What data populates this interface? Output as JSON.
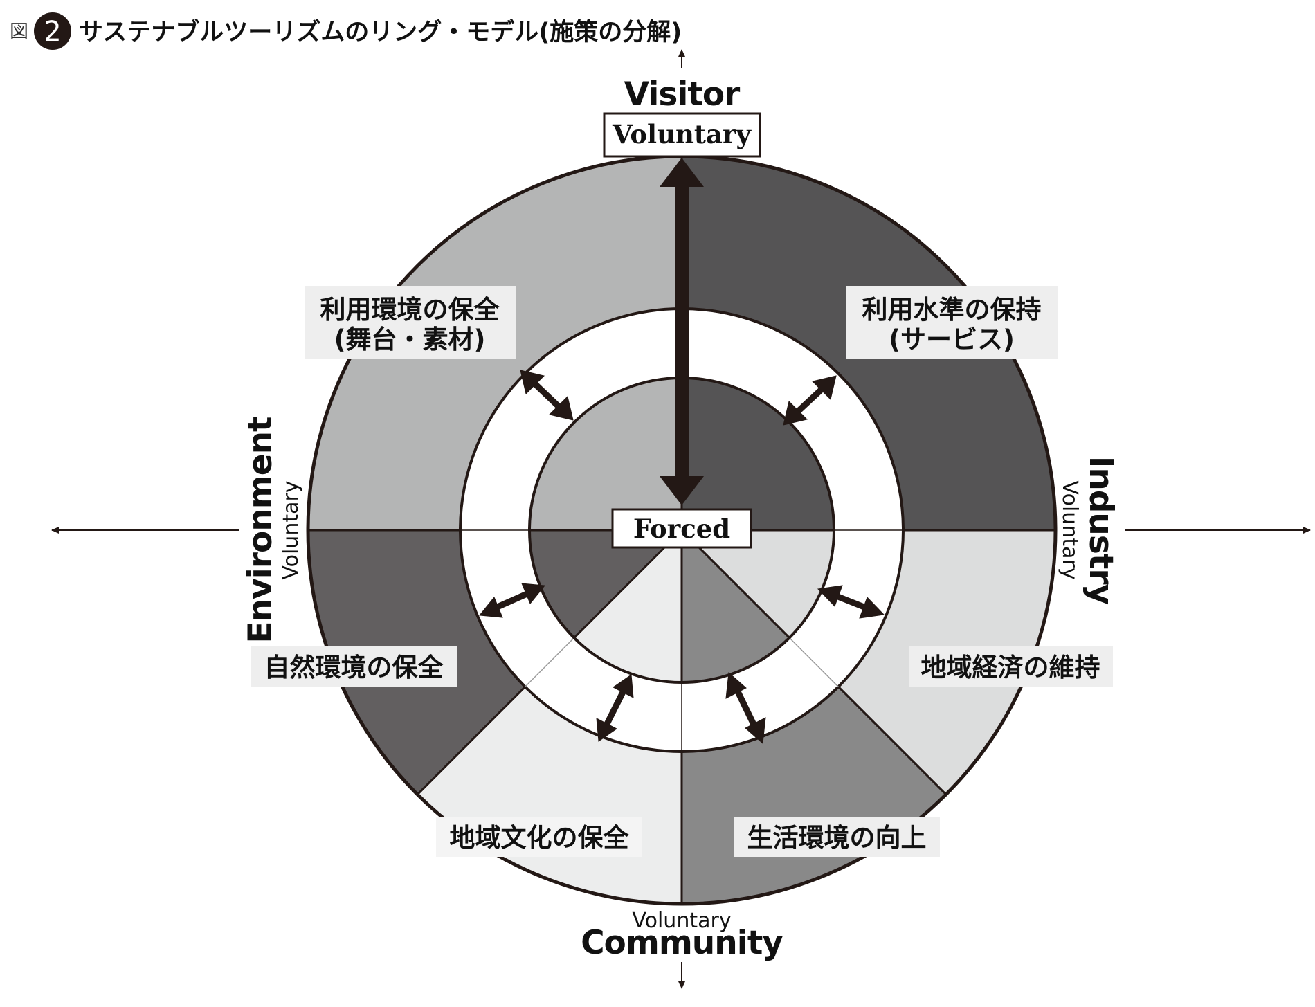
{
  "title": {
    "prefix": "図",
    "number": "2",
    "text": "サステナブルツーリズムのリング・モデル(施策の分解)"
  },
  "axes": {
    "top": {
      "name": "Visitor",
      "box_label": "Voluntary"
    },
    "right": {
      "name": "Industry",
      "sub_label": "Voluntary"
    },
    "left": {
      "name": "Environment",
      "sub_label": "Voluntary"
    },
    "bottom": {
      "name": "Community",
      "sub_label": "Voluntary"
    }
  },
  "center_label": "Forced",
  "segments": {
    "top_left": {
      "line1": "利用環境の保全",
      "line2": "(舞台・素材)"
    },
    "top_right": {
      "line1": "利用水準の保持",
      "line2": "(サービス)"
    },
    "right": {
      "line1": "地域経済の維持"
    },
    "left": {
      "line1": "自然環境の保全"
    },
    "bottom_left": {
      "line1": "地域文化の保全"
    },
    "bottom_right": {
      "line1": "生活環境の向上"
    }
  },
  "colors": {
    "top_left": "#b4b5b5",
    "top_right": "#555455",
    "right": "#dcdddd",
    "left": "#625f60",
    "bottom_left": "#eceded",
    "bottom_right": "#898989",
    "arrow": "#231815",
    "outline": "#231815"
  }
}
